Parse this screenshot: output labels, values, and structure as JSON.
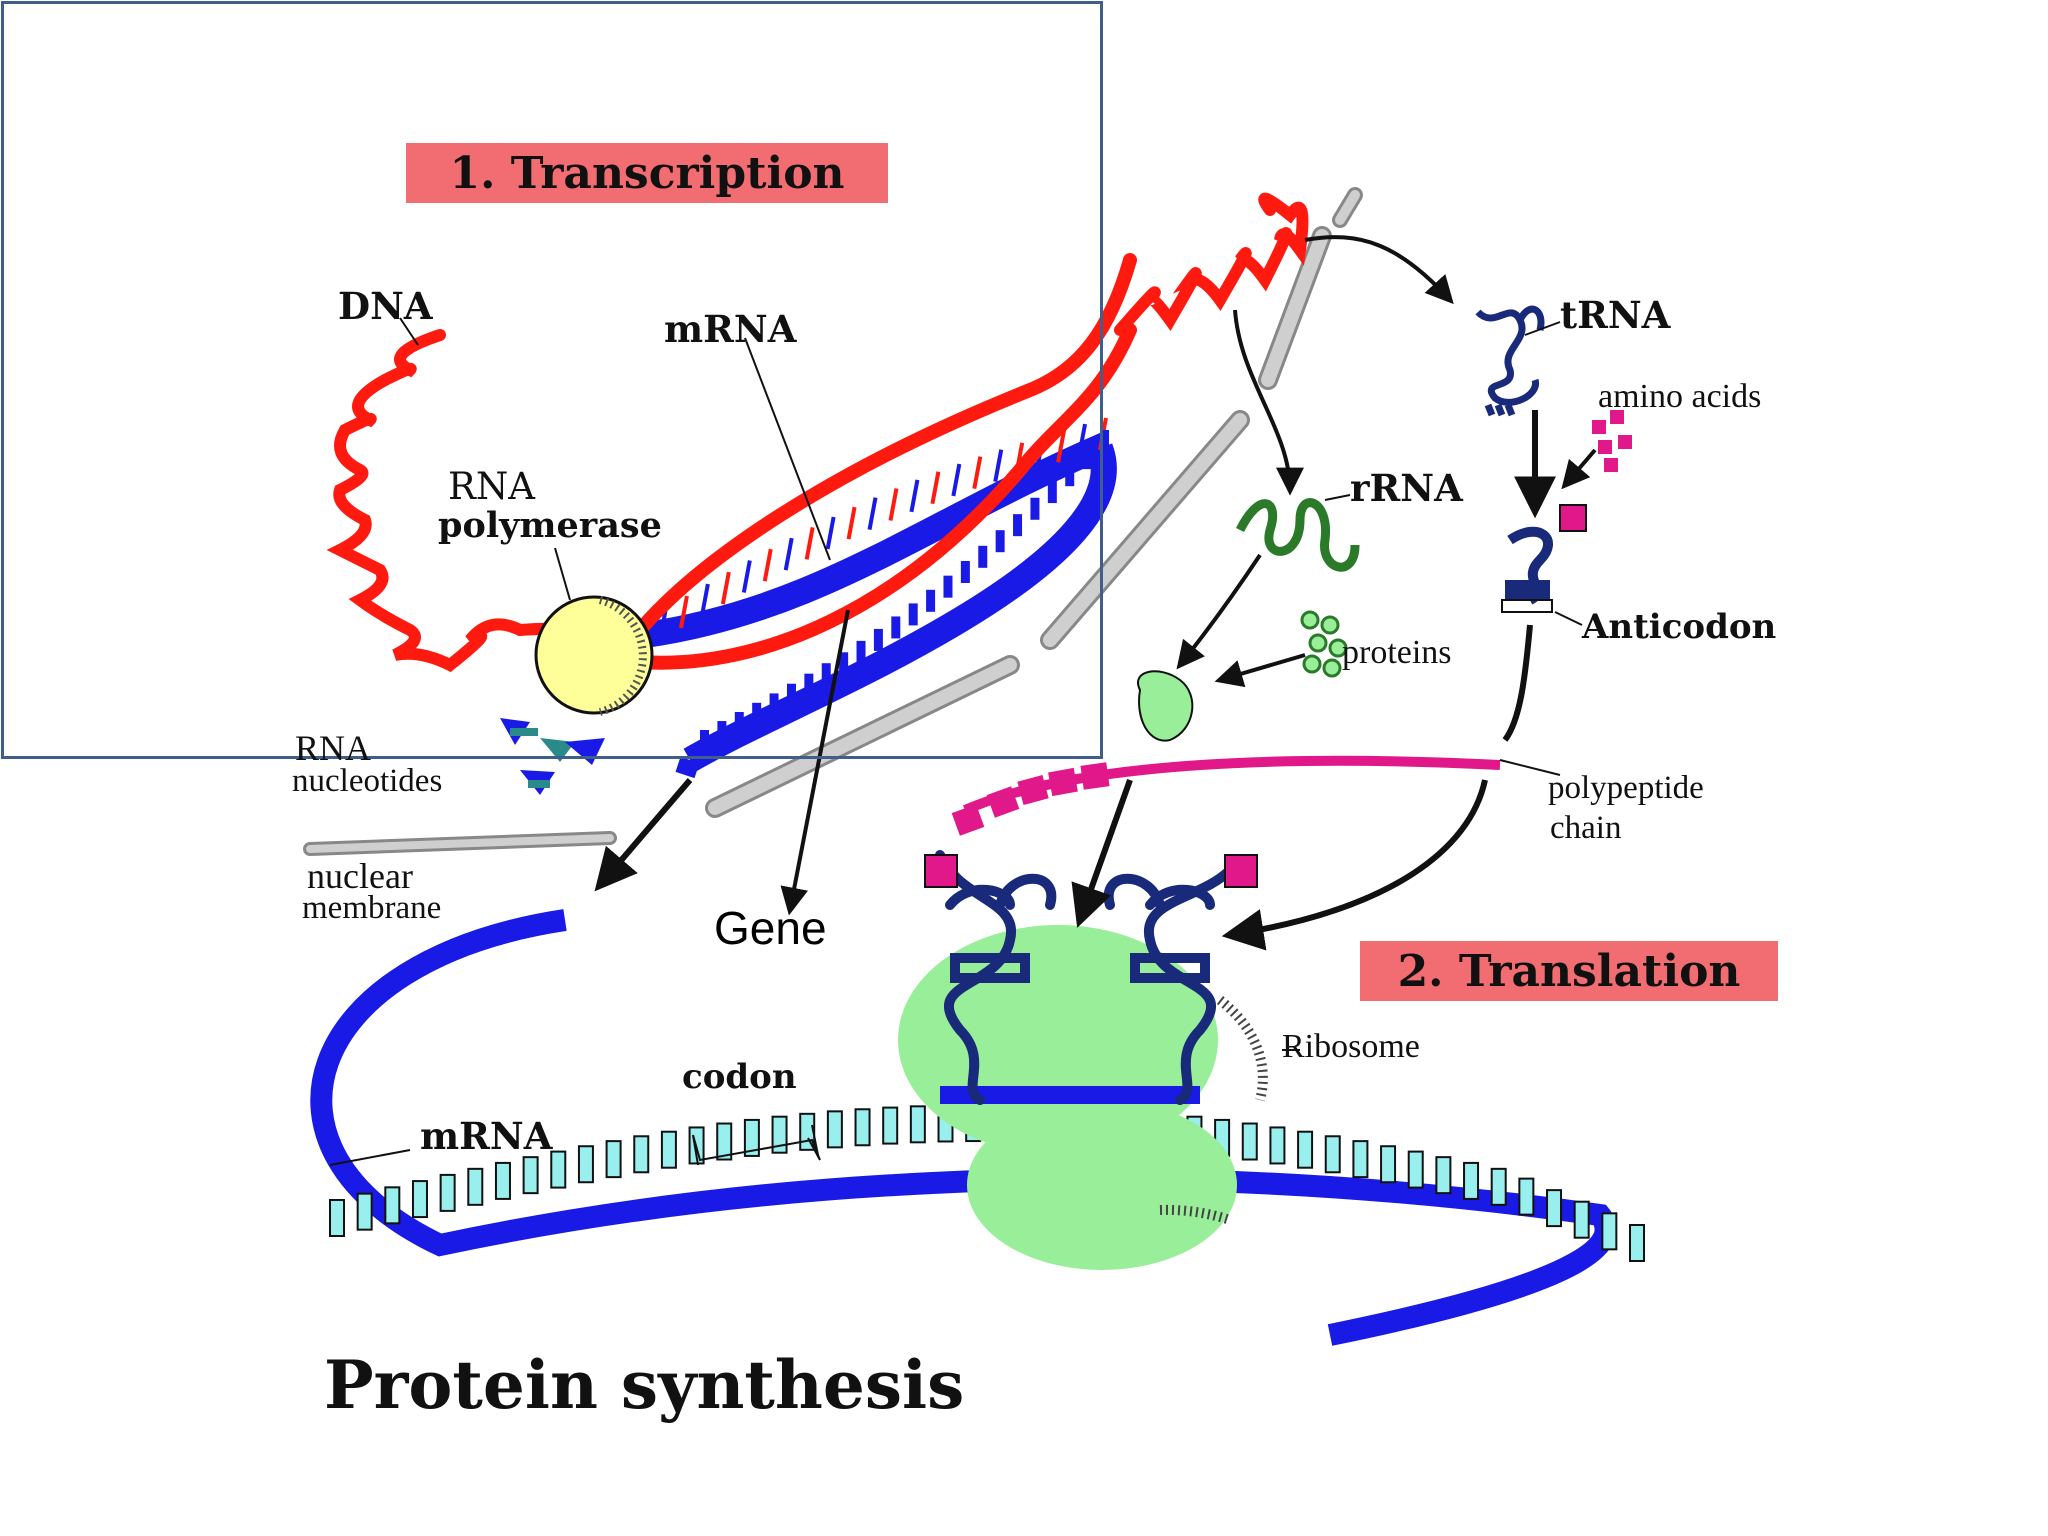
{
  "title": "Protein synthesis",
  "banners": {
    "transcription": "1. Transcription",
    "translation": "2. Translation"
  },
  "labels": {
    "dna": "DNA",
    "mrna_top": "mRNA",
    "rna_polymerase_line1": "RNA",
    "rna_polymerase_line2": "polymerase",
    "rna_nucleotides_line1": "RNA",
    "rna_nucleotides_line2": "nucleotides",
    "nuclear_membrane_line1": "nuclear",
    "nuclear_membrane_line2": "membrane",
    "gene": "Gene",
    "trna": "tRNA",
    "amino_acids": "amino acids",
    "rrna": "rRNA",
    "anticodon": "Anticodon",
    "proteins": "proteins",
    "polypeptide_line1": "polypeptide",
    "polypeptide_line2": "chain",
    "ribosome": "Ribosome",
    "codon": "codon",
    "mrna_bottom": "mRNA"
  },
  "colors": {
    "dna": "#ff1a10",
    "mrna": "#1a1ae6",
    "polymerase": "#ffff99",
    "ribosome": "#99ee99",
    "trna": "#1a2a7a",
    "rrna": "#2a7a2a",
    "amino_acid": "#e0188a",
    "membrane": "#bbbbbb",
    "base": "#99eeee",
    "banner": "#f26d72",
    "overlay_border": "#3f5f8a"
  }
}
